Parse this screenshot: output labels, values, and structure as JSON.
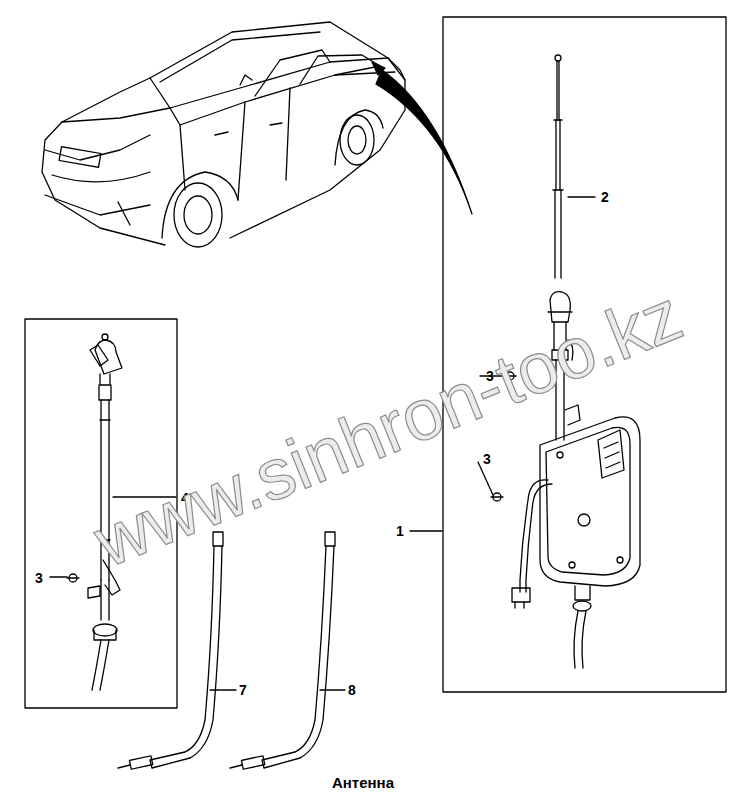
{
  "diagram": {
    "caption": "Антенна",
    "labels": [
      "2",
      "3",
      "3",
      "1",
      "4",
      "3",
      "7",
      "8",
      "www.sinhron-too.kz"
    ]
  }
}
